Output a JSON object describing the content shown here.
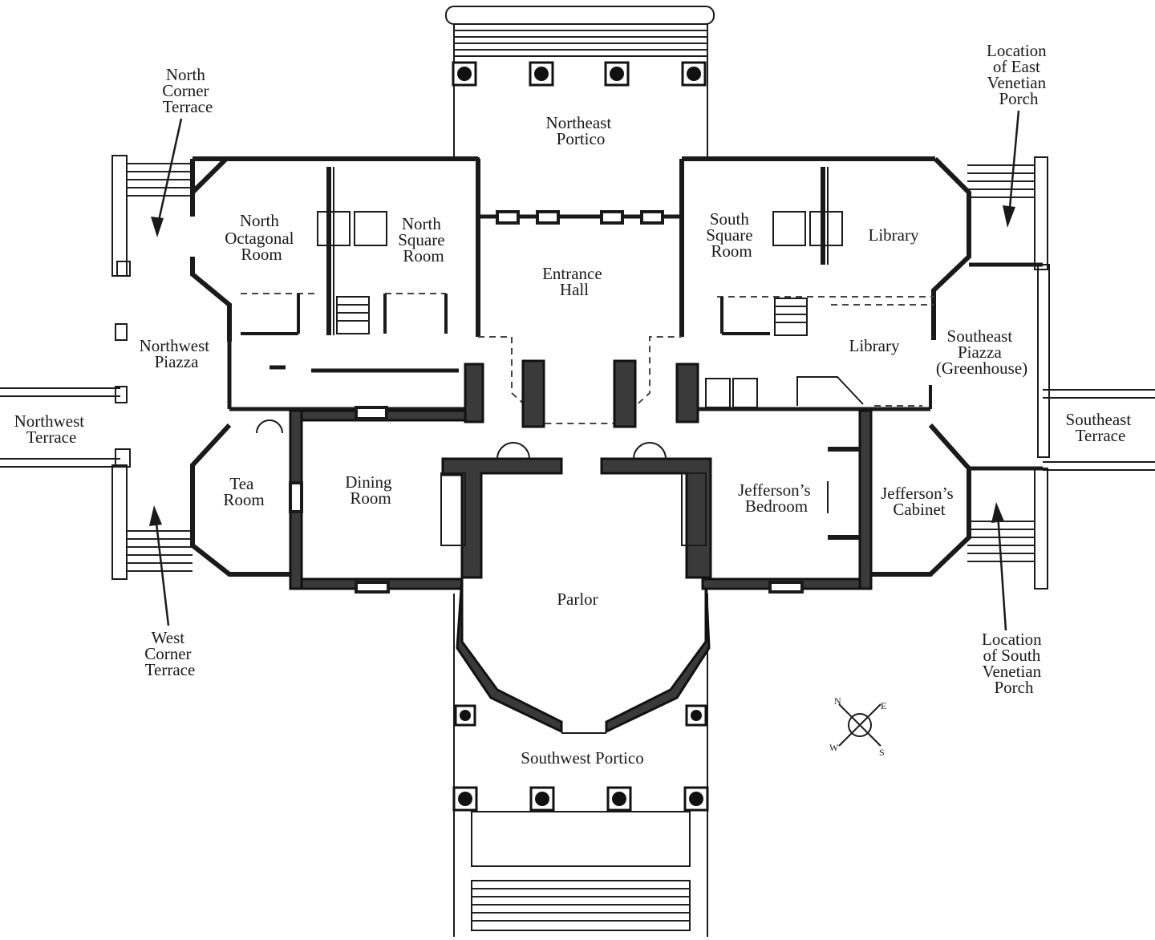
{
  "labels": {
    "north_corner_terrace": [
      "North",
      "Corner",
      "Terrace"
    ],
    "location_east_venetian_porch": [
      "Location",
      "of East",
      "Venetian",
      "Porch"
    ],
    "northeast_portico": [
      "Northeast",
      "Portico"
    ],
    "north_octagonal_room": [
      "North",
      "Octagonal",
      "Room"
    ],
    "north_square_room": [
      "North",
      "Square",
      "Room"
    ],
    "south_square_room": [
      "South",
      "Square",
      "Room"
    ],
    "library_upper": [
      "Library"
    ],
    "entrance_hall": [
      "Entrance",
      "Hall"
    ],
    "northwest_piazza": [
      "Northwest",
      "Piazza"
    ],
    "library_lower": [
      "Library"
    ],
    "southeast_piazza": [
      "Southeast",
      "Piazza",
      "(Greenhouse)"
    ],
    "northwest_terrace": [
      "Northwest",
      "Terrace"
    ],
    "southeast_terrace": [
      "Southeast",
      "Terrace"
    ],
    "tea_room": [
      "Tea",
      "Room"
    ],
    "dining_room": [
      "Dining",
      "Room"
    ],
    "jeffersons_bedroom": [
      "Jefferson’s",
      "Bedroom"
    ],
    "jeffersons_cabinet": [
      "Jefferson’s",
      "Cabinet"
    ],
    "parlor": [
      "Parlor"
    ],
    "west_corner_terrace": [
      "West",
      "Corner",
      "Terrace"
    ],
    "location_south_venetian_porch": [
      "Location",
      "of South",
      "Venetian",
      "Porch"
    ],
    "southwest_portico": [
      "Southwest Portico"
    ]
  },
  "compass": {
    "n": "N",
    "e": "E",
    "w": "W",
    "s": "S"
  },
  "colors": {
    "ink": "#1a1a1a",
    "hatch": "#3a3a3a",
    "paper": "#ffffff"
  }
}
